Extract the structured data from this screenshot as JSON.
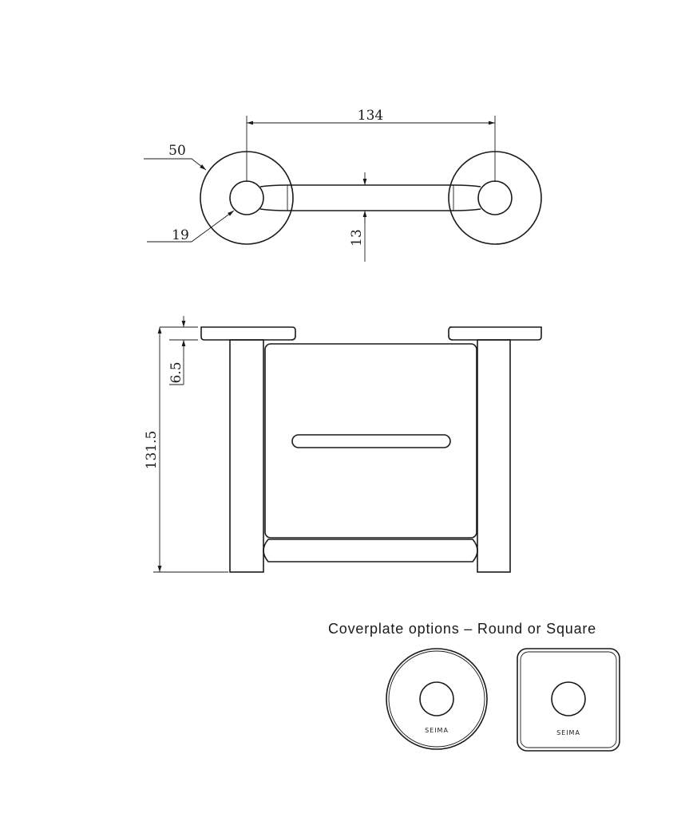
{
  "dimensions": {
    "top_width": "134",
    "plate_diameter": "50",
    "hole_diameter": "19",
    "rail_thickness": "13",
    "plate_depth": "6.5",
    "overall_projection": "131.5"
  },
  "coverplate": {
    "heading": "Coverplate options – Round or Square",
    "round_brand": "SEIMA",
    "square_brand": "SEIMA"
  }
}
